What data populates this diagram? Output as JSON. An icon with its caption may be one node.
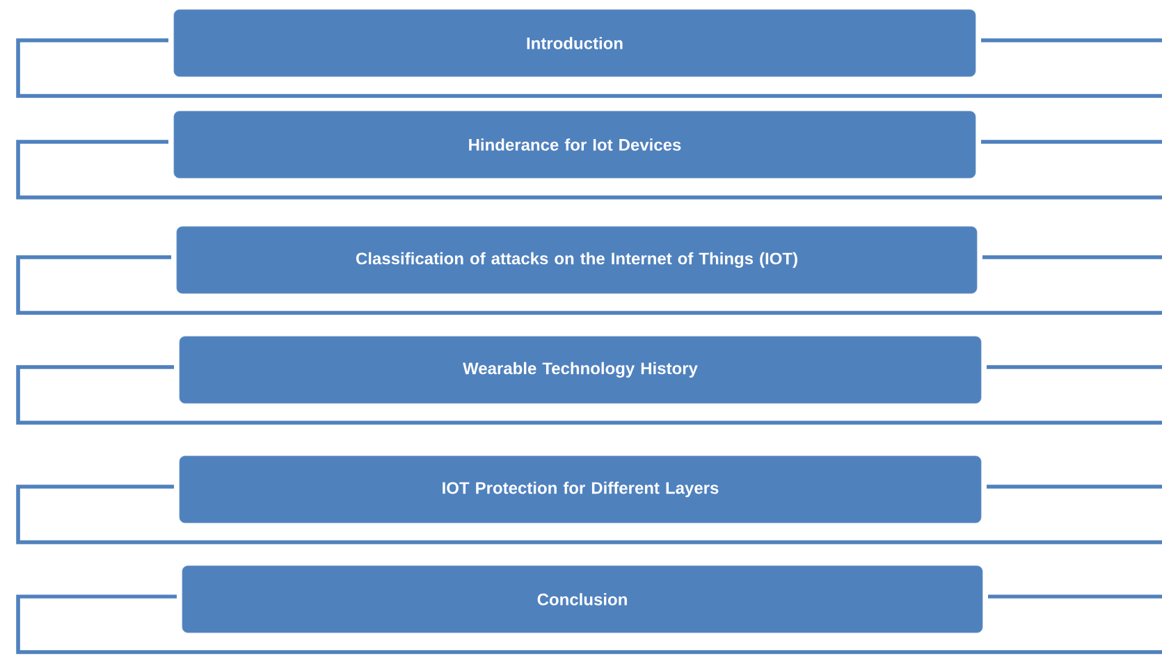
{
  "diagram": {
    "nodes": [
      {
        "text": [
          "Introduction"
        ]
      },
      {
        "text": [
          "Hinderance for Iot Devices"
        ]
      },
      {
        "text": [
          "Classification of attacks on the Internet of Things (IOT)"
        ]
      },
      {
        "text": [
          "Wearable Technology History"
        ]
      },
      {
        "text": [
          "IOT Protection for Different Layers"
        ]
      },
      {
        "text": [
          "Conclusion"
        ]
      }
    ]
  }
}
